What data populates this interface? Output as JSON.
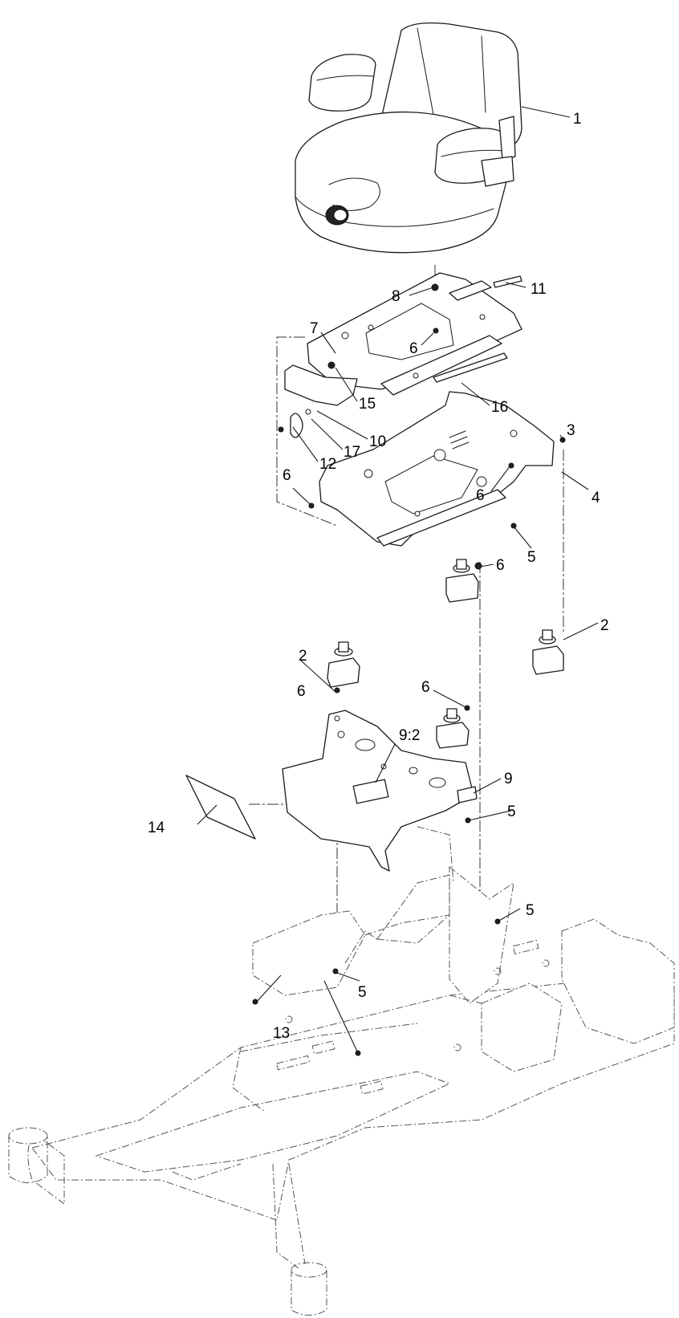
{
  "callouts": {
    "c1": "1",
    "c2a": "2",
    "c2b": "2",
    "c3": "3",
    "c4": "4",
    "c5a": "5",
    "c5b": "5",
    "c5c": "5",
    "c5d": "5",
    "c6a": "6",
    "c6b": "6",
    "c6c": "6",
    "c6d": "6",
    "c6e": "6",
    "c6f": "6",
    "c7": "7",
    "c8": "8",
    "c9": "9",
    "c9_2": "9:2",
    "c10": "10",
    "c11": "11",
    "c12": "12",
    "c13": "13",
    "c14": "14",
    "c15": "15",
    "c16": "16",
    "c17": "17"
  },
  "colors": {
    "line": "#1a1a1a",
    "background": "#ffffff"
  }
}
